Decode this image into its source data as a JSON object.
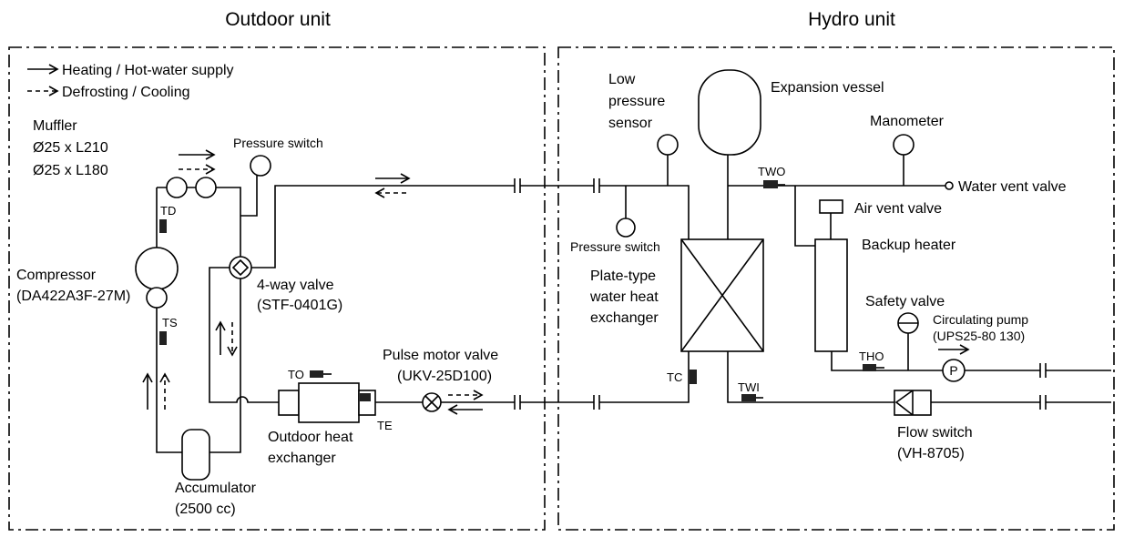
{
  "units": {
    "outdoor": "Outdoor unit",
    "hydro": "Hydro unit"
  },
  "legend": {
    "heating": "Heating / Hot-water supply",
    "defrost": "Defrosting / Cooling"
  },
  "outdoor": {
    "muffler": "Muffler",
    "muffler_size1": "Ø25 x L210",
    "muffler_size2": "Ø25 x L180",
    "pressure_switch": "Pressure switch",
    "td": "TD",
    "compressor": "Compressor",
    "compressor_model": "(DA422A3F-27M)",
    "ts": "TS",
    "four_way": "4-way valve",
    "four_way_model": "(STF-0401G)",
    "to": "TO",
    "te": "TE",
    "heat_exchanger_1": "Outdoor heat",
    "heat_exchanger_2": "exchanger",
    "pmv": "Pulse motor valve",
    "pmv_model": "(UKV-25D100)",
    "accumulator": "Accumulator",
    "accumulator_size": "(2500 cc)"
  },
  "hydro": {
    "low_pressure_1": "Low",
    "low_pressure_2": "pressure",
    "low_pressure_3": "sensor",
    "expansion_vessel": "Expansion vessel",
    "manometer": "Manometer",
    "two": "TWO",
    "water_vent": "Water vent valve",
    "air_vent": "Air vent valve",
    "pressure_switch": "Pressure switch",
    "backup_heater": "Backup heater",
    "plate_hx_1": "Plate-type",
    "plate_hx_2": "water heat",
    "plate_hx_3": "exchanger",
    "safety_valve": "Safety valve",
    "pump": "Circulating pump",
    "pump_model": "(UPS25-80 130)",
    "pump_symbol": "P",
    "tho": "THO",
    "tc": "TC",
    "twi": "TWI",
    "flow_switch": "Flow switch",
    "flow_switch_model": "(VH-8705)"
  }
}
